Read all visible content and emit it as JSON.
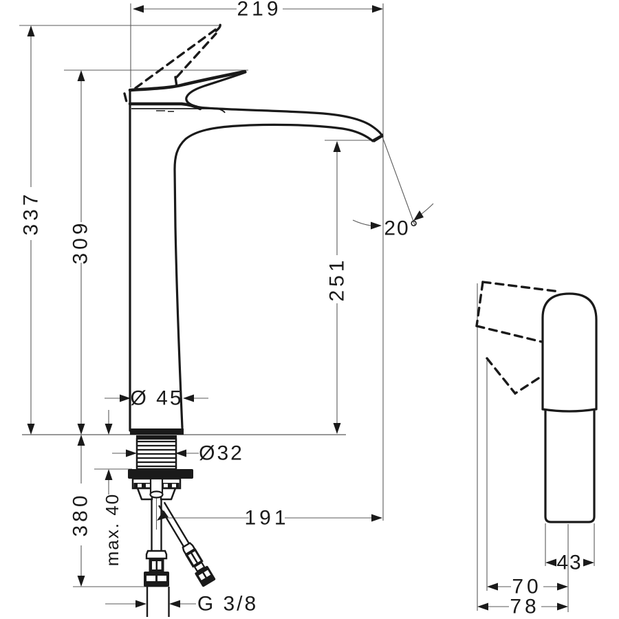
{
  "drawing": {
    "dims": {
      "overall_width": "219",
      "overall_height": "337",
      "handle_height": "309",
      "spout_outlet_height": "251",
      "spout_angle": "20°",
      "base_diameter": "Ø 45",
      "shank_diameter": "Ø32",
      "hose_length": "380",
      "max_deck_thickness": "max. 40",
      "spout_reach": "191",
      "connection_thread": "G 3/8",
      "side_body_width": "43",
      "side_depth_front": "70",
      "side_depth_total": "78"
    }
  }
}
